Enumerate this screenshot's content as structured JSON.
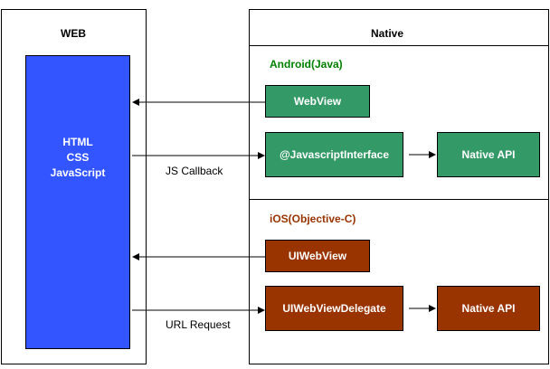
{
  "web": {
    "title": "WEB",
    "block_lines": [
      "HTML",
      "CSS",
      "JavaScript"
    ]
  },
  "native": {
    "title": "Native",
    "android": {
      "heading": "Android(Java)",
      "heading_color": "#008000",
      "webview_label": "WebView",
      "interface_label": "@JavascriptInterface",
      "native_api_label": "Native API",
      "box_color": "#339966"
    },
    "ios": {
      "heading": "iOS(Objective-C)",
      "heading_color": "#993300",
      "webview_label": "UIWebView",
      "delegate_label": "UIWebViewDelegate",
      "native_api_label": "Native API",
      "box_color": "#993300"
    }
  },
  "edges": {
    "js_callback": "JS Callback",
    "url_request": "URL Request"
  }
}
